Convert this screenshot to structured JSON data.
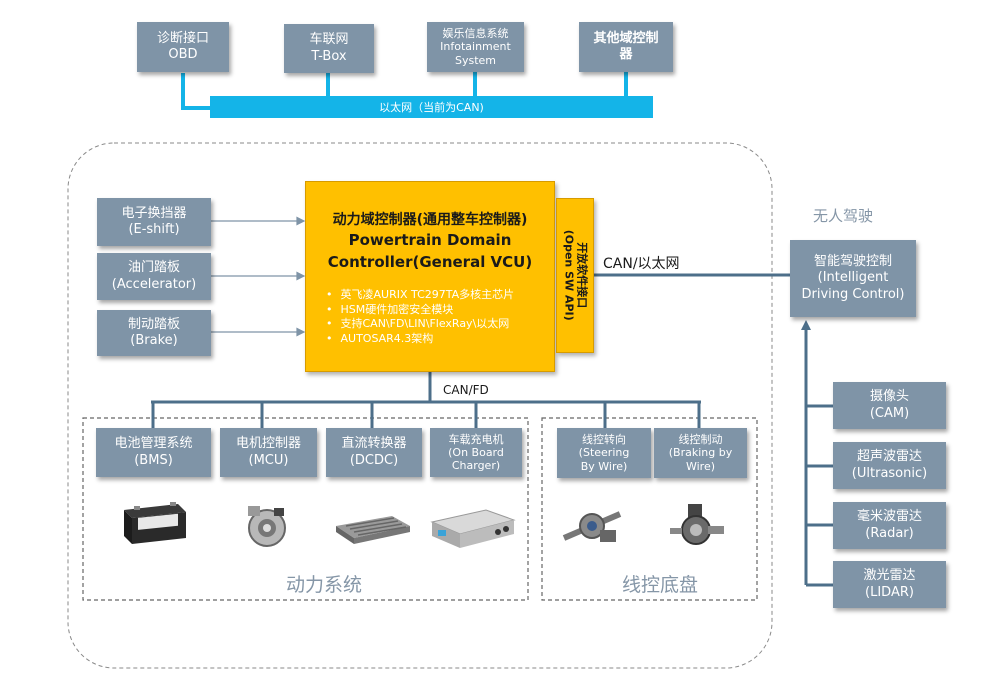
{
  "top_boxes": [
    {
      "line1": "诊断接口",
      "line2": "OBD"
    },
    {
      "line1": "车联网",
      "line2": "T-Box"
    },
    {
      "line1": "娱乐信息系统",
      "line2": "Infotainment",
      "line3": "System"
    },
    {
      "line1": "其他域控制",
      "line2": "器"
    }
  ],
  "ethernet_bar": "以太网（当前为CAN)",
  "inputs": [
    {
      "line1": "电子换挡器",
      "line2": "(E-shift)"
    },
    {
      "line1": "油门踏板",
      "line2": "(Accelerator)"
    },
    {
      "line1": "制动踏板",
      "line2": "(Brake)"
    }
  ],
  "vcu": {
    "title_cn": "动力域控制器(通用整车控制器)",
    "title_en1": "Powertrain Domain",
    "title_en2": "Controller(General VCU)",
    "bullets": [
      "英飞凌AURIX TC297TA多核主芯片",
      "HSM硬件加密安全模块",
      "支持CAN\\FD\\LIN\\FlexRay\\以太网",
      "AUTOSAR4.3架构"
    ]
  },
  "api": {
    "line1": "开放软件接口",
    "line2": "(Open SW API)"
  },
  "can_eth_label": "CAN/以太网",
  "can_fd_label": "CAN/FD",
  "autonomous": {
    "section_label": "无人驾驶",
    "controller": {
      "line1": "智能驾驶控制",
      "line2": "(Intelligent",
      "line3": "Driving Control)"
    },
    "sensors": [
      {
        "line1": "摄像头",
        "line2": "(CAM)"
      },
      {
        "line1": "超声波雷达",
        "line2": "(Ultrasonic)"
      },
      {
        "line1": "毫米波雷达",
        "line2": "(Radar)"
      },
      {
        "line1": "激光雷达",
        "line2": "(LIDAR)"
      }
    ]
  },
  "powertrain": {
    "label": "动力系统",
    "modules": [
      {
        "line1": "电池管理系统",
        "line2": "(BMS)"
      },
      {
        "line1": "电机控制器",
        "line2": "(MCU)"
      },
      {
        "line1": "直流转换器",
        "line2": "(DCDC)"
      },
      {
        "line1": "车载充电机",
        "line2": "(On Board",
        "line3": "Charger)"
      }
    ]
  },
  "chassis": {
    "label": "线控底盘",
    "modules": [
      {
        "line1": "线控转向",
        "line2": "(Steering",
        "line3": "By Wire)"
      },
      {
        "line1": "线控制动",
        "line2": "(Braking by",
        "line3": "Wire)"
      }
    ]
  },
  "colors": {
    "box": "#7f94a7",
    "vcu": "#ffc000",
    "ethernet": "#14b4e8",
    "line": "#4d6f8a"
  }
}
